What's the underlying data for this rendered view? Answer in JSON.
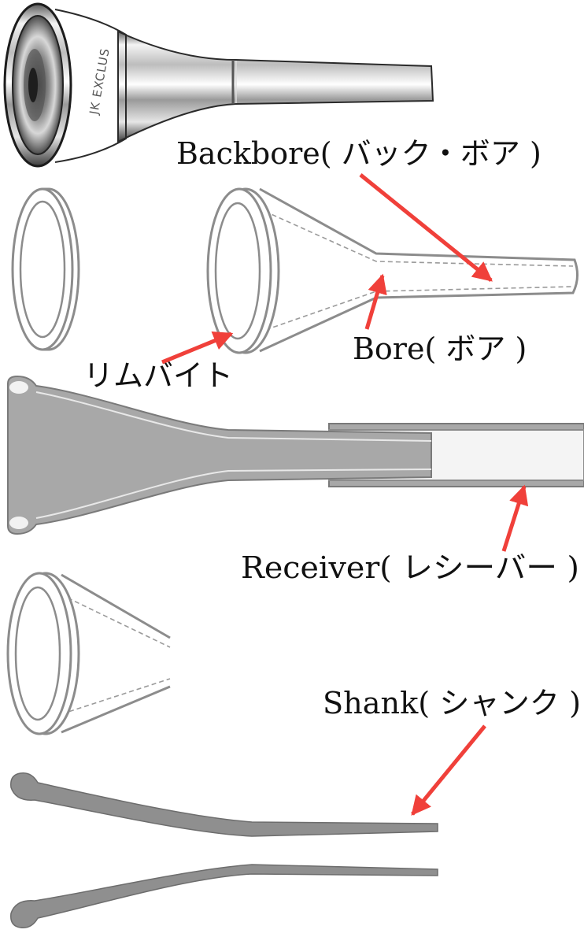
{
  "labels": {
    "backbore": "Backbore( バック・ボア )",
    "bore": "Bore( ボア )",
    "rim_bite": "リムバイト",
    "receiver": "Receiver( レシーバー )",
    "shank": "Shank( シャンク )"
  },
  "photo_engraving": "JK EXCLUS",
  "colors": {
    "arrow": "#f0403a",
    "outline": "#8c8c8c",
    "metal_fill": "#a8a8a8",
    "shank_fill": "#8f8f8f",
    "chrome_dark": "#2a2a2a",
    "chrome_light": "#f2f2f2"
  }
}
